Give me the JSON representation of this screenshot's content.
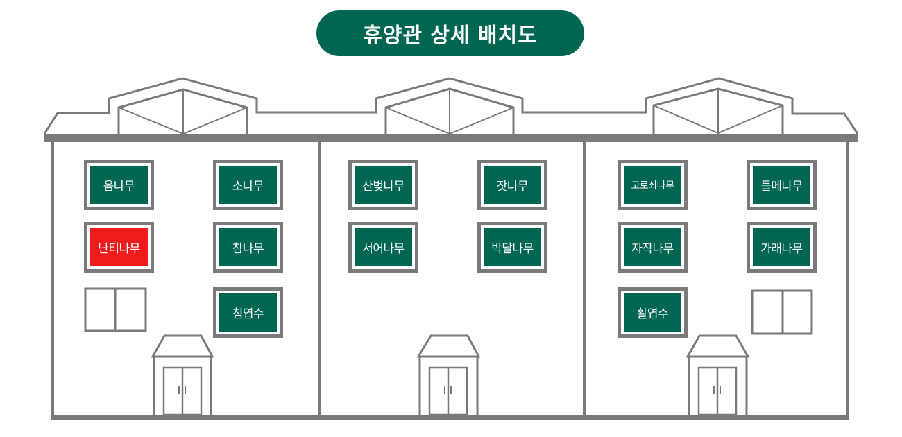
{
  "title": "휴양관 상세 배치도",
  "colors": {
    "brand": "#006652",
    "highlight": "#ee1c1c",
    "outline": "#7a7a7a"
  },
  "wings": [
    {
      "name": "left-wing",
      "rooms": [
        {
          "label": "음나무",
          "status": "normal"
        },
        {
          "label": "소나무",
          "status": "normal"
        },
        {
          "label": "난티나무",
          "status": "selected"
        },
        {
          "label": "참나무",
          "status": "normal"
        },
        {
          "label": "침엽수",
          "status": "normal"
        }
      ]
    },
    {
      "name": "center-wing",
      "rooms": [
        {
          "label": "산벚나무",
          "status": "normal"
        },
        {
          "label": "잣나무",
          "status": "normal"
        },
        {
          "label": "서어나무",
          "status": "normal"
        },
        {
          "label": "박달나무",
          "status": "normal"
        }
      ]
    },
    {
      "name": "right-wing",
      "rooms": [
        {
          "label": "고로쇠나무",
          "status": "normal"
        },
        {
          "label": "들메나무",
          "status": "normal"
        },
        {
          "label": "자작나무",
          "status": "normal"
        },
        {
          "label": "가래나무",
          "status": "normal"
        },
        {
          "label": "활엽수",
          "status": "normal"
        }
      ]
    }
  ]
}
